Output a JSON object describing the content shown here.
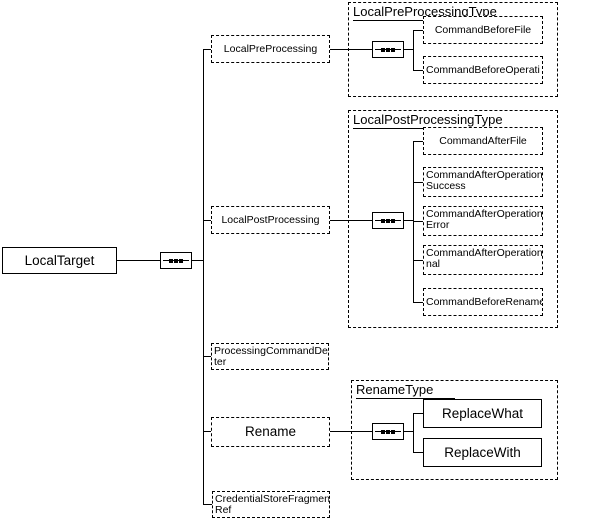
{
  "root": {
    "label": "LocalTarget"
  },
  "branches": {
    "pre": {
      "label": "LocalPreProcessing"
    },
    "post": {
      "label": "LocalPostProcessing"
    },
    "delimiter": {
      "line1": "ProcessingCommandDeli",
      "line2": "ter"
    },
    "rename": {
      "label": "Rename"
    },
    "credential": {
      "line1": "CredentialStoreFragmen",
      "line2": "Ref"
    }
  },
  "pre_type": {
    "title": "LocalPreProcessingType",
    "items": {
      "before_file": {
        "label": "CommandBeforeFile"
      },
      "before_operation": {
        "label": "CommandBeforeOperati"
      }
    }
  },
  "post_type": {
    "title": "LocalPostProcessingType",
    "items": {
      "after_file": {
        "label": "CommandAfterFile"
      },
      "after_operation_success": {
        "line1": "CommandAfterOperation",
        "line2": "Success"
      },
      "after_operation_error": {
        "line1": "CommandAfterOperation",
        "line2": "Error"
      },
      "after_operation_nal": {
        "line1": "CommandAfterOperation",
        "line2": "nal"
      },
      "before_rename": {
        "label": "CommandBeforeRename"
      }
    }
  },
  "rename_type": {
    "title": "RenameType",
    "items": {
      "replace_what": {
        "label": "ReplaceWhat"
      },
      "replace_with": {
        "label": "ReplaceWith"
      }
    }
  },
  "icons": {
    "sequence": "sequence-compositor"
  },
  "colors": {
    "line": "#000000",
    "background": "#ffffff"
  }
}
